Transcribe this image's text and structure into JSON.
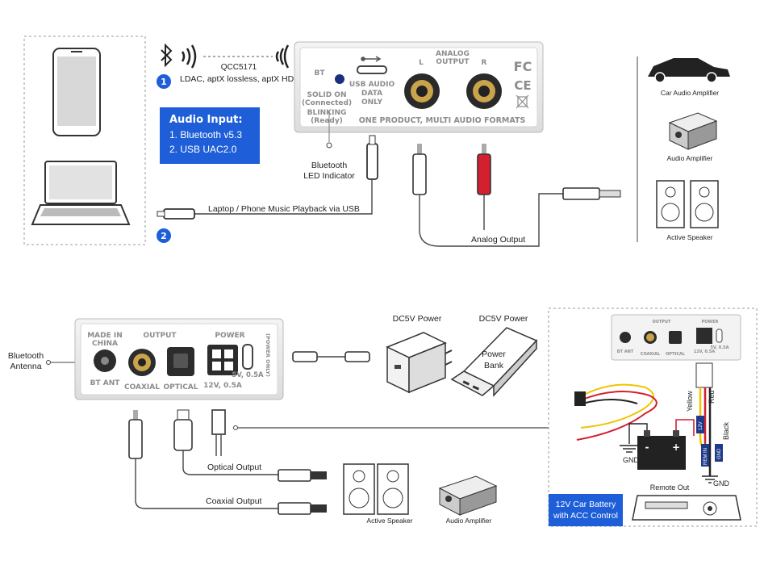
{
  "wireless": {
    "codec_chip": "QCC5171",
    "step_number": "1",
    "codecs": "LDAC, aptX lossless, aptX HD"
  },
  "audio_input": {
    "title": "Audio Input:",
    "items": [
      "1. Bluetooth v5.3",
      "2. USB UAC2.0"
    ],
    "accent_color": "#1e5ed8"
  },
  "usb_path": {
    "step_number": "2",
    "label": "Laptop / Phone Music Playback via USB"
  },
  "top_panel": {
    "bt_label": "BT",
    "solid_on": "SOLID ON",
    "connected": "(Connected)",
    "blinking": "BLINKING",
    "ready": "(Ready)",
    "usb_audio": "USB AUDIO",
    "data": "DATA",
    "only": "ONLY",
    "analog": "ANALOG",
    "output": "OUTPUT",
    "left": "L",
    "right": "R",
    "fc": "FC",
    "ce": "CE",
    "footer": "ONE PRODUCT, MULTI AUDIO FORMATS"
  },
  "bt_indicator": [
    "Bluetooth",
    "LED Indicator"
  ],
  "analog_output_label": "Analog Output",
  "outputs_top": {
    "car_audio": "Car Audio Amplifier",
    "audio_amplifier": "Audio Amplifier",
    "active_speaker": "Active Speaker"
  },
  "bottom_panel": {
    "made_in": "MADE IN",
    "china": "CHINA",
    "output": "OUTPUT",
    "power": "POWER",
    "bt_ant": "BT ANT",
    "coaxial": "COAXIAL",
    "optical": "OPTICAL",
    "spec_12v": "12V, 0.5A",
    "spec_5v": "5V, 0.5A",
    "power_only": "(POWER ONLY)"
  },
  "bt_antenna": [
    "Bluetooth",
    "Antenna"
  ],
  "dc_power": {
    "adapter": "DC5V Power",
    "bank_title": "DC5V Power",
    "bank_text": [
      "Power",
      "Bank"
    ]
  },
  "bottom_outputs": {
    "optical_output": "Optical Output",
    "coaxial_output": "Coaxial Output",
    "active_speaker": "Active Speaker",
    "audio_amplifier": "Audio Amplifier"
  },
  "car_wiring": {
    "mini_output": "OUTPUT",
    "mini_power": "POWER",
    "mini_bt": "BT ANT",
    "mini_coax": "COAXIAL",
    "mini_optical": "OPTICAL",
    "mini_12v": "12V, 0.5A",
    "mini_5v": "5V, 0.5A",
    "yellow": "Yellow",
    "red": "Red",
    "black": "Black",
    "tag_12v": "12V",
    "tag_rem": "REM IN",
    "tag_gnd": "GND",
    "gnd_left": "GND",
    "gnd_right": "GND",
    "battery_minus": "-",
    "battery_plus": "+",
    "remote_out": "Remote Out",
    "callout": [
      "12V Car Battery",
      "with ACC Control"
    ],
    "callout_color": "#1e5ed8"
  }
}
